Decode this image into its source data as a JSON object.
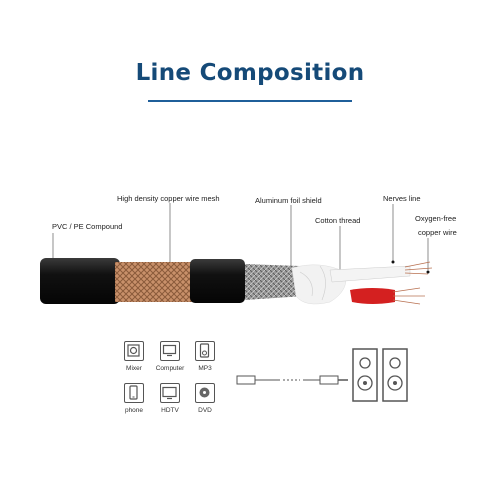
{
  "title": "Line Composition",
  "labels": {
    "pvc": "PVC / PE Compound",
    "mesh": "High density copper wire mesh",
    "foil": "Aluminum foil shield",
    "cotton": "Cotton thread",
    "nerves": "Nerves line",
    "copper_1": "Oxygen-free",
    "copper_2": "copper wire"
  },
  "devices": [
    {
      "label": "Mixer",
      "icon": "mixer-icon"
    },
    {
      "label": "Computer",
      "icon": "computer-icon"
    },
    {
      "label": "MP3",
      "icon": "mp3-icon"
    },
    {
      "label": "phone",
      "icon": "phone-icon"
    },
    {
      "label": "HDTV",
      "icon": "hdtv-icon"
    },
    {
      "label": "DVD",
      "icon": "dvd-icon"
    }
  ],
  "colors": {
    "title": "#154a78",
    "jacket": "#1a1a1a",
    "copper": "#c8906a",
    "red_wire": "#d42020"
  }
}
